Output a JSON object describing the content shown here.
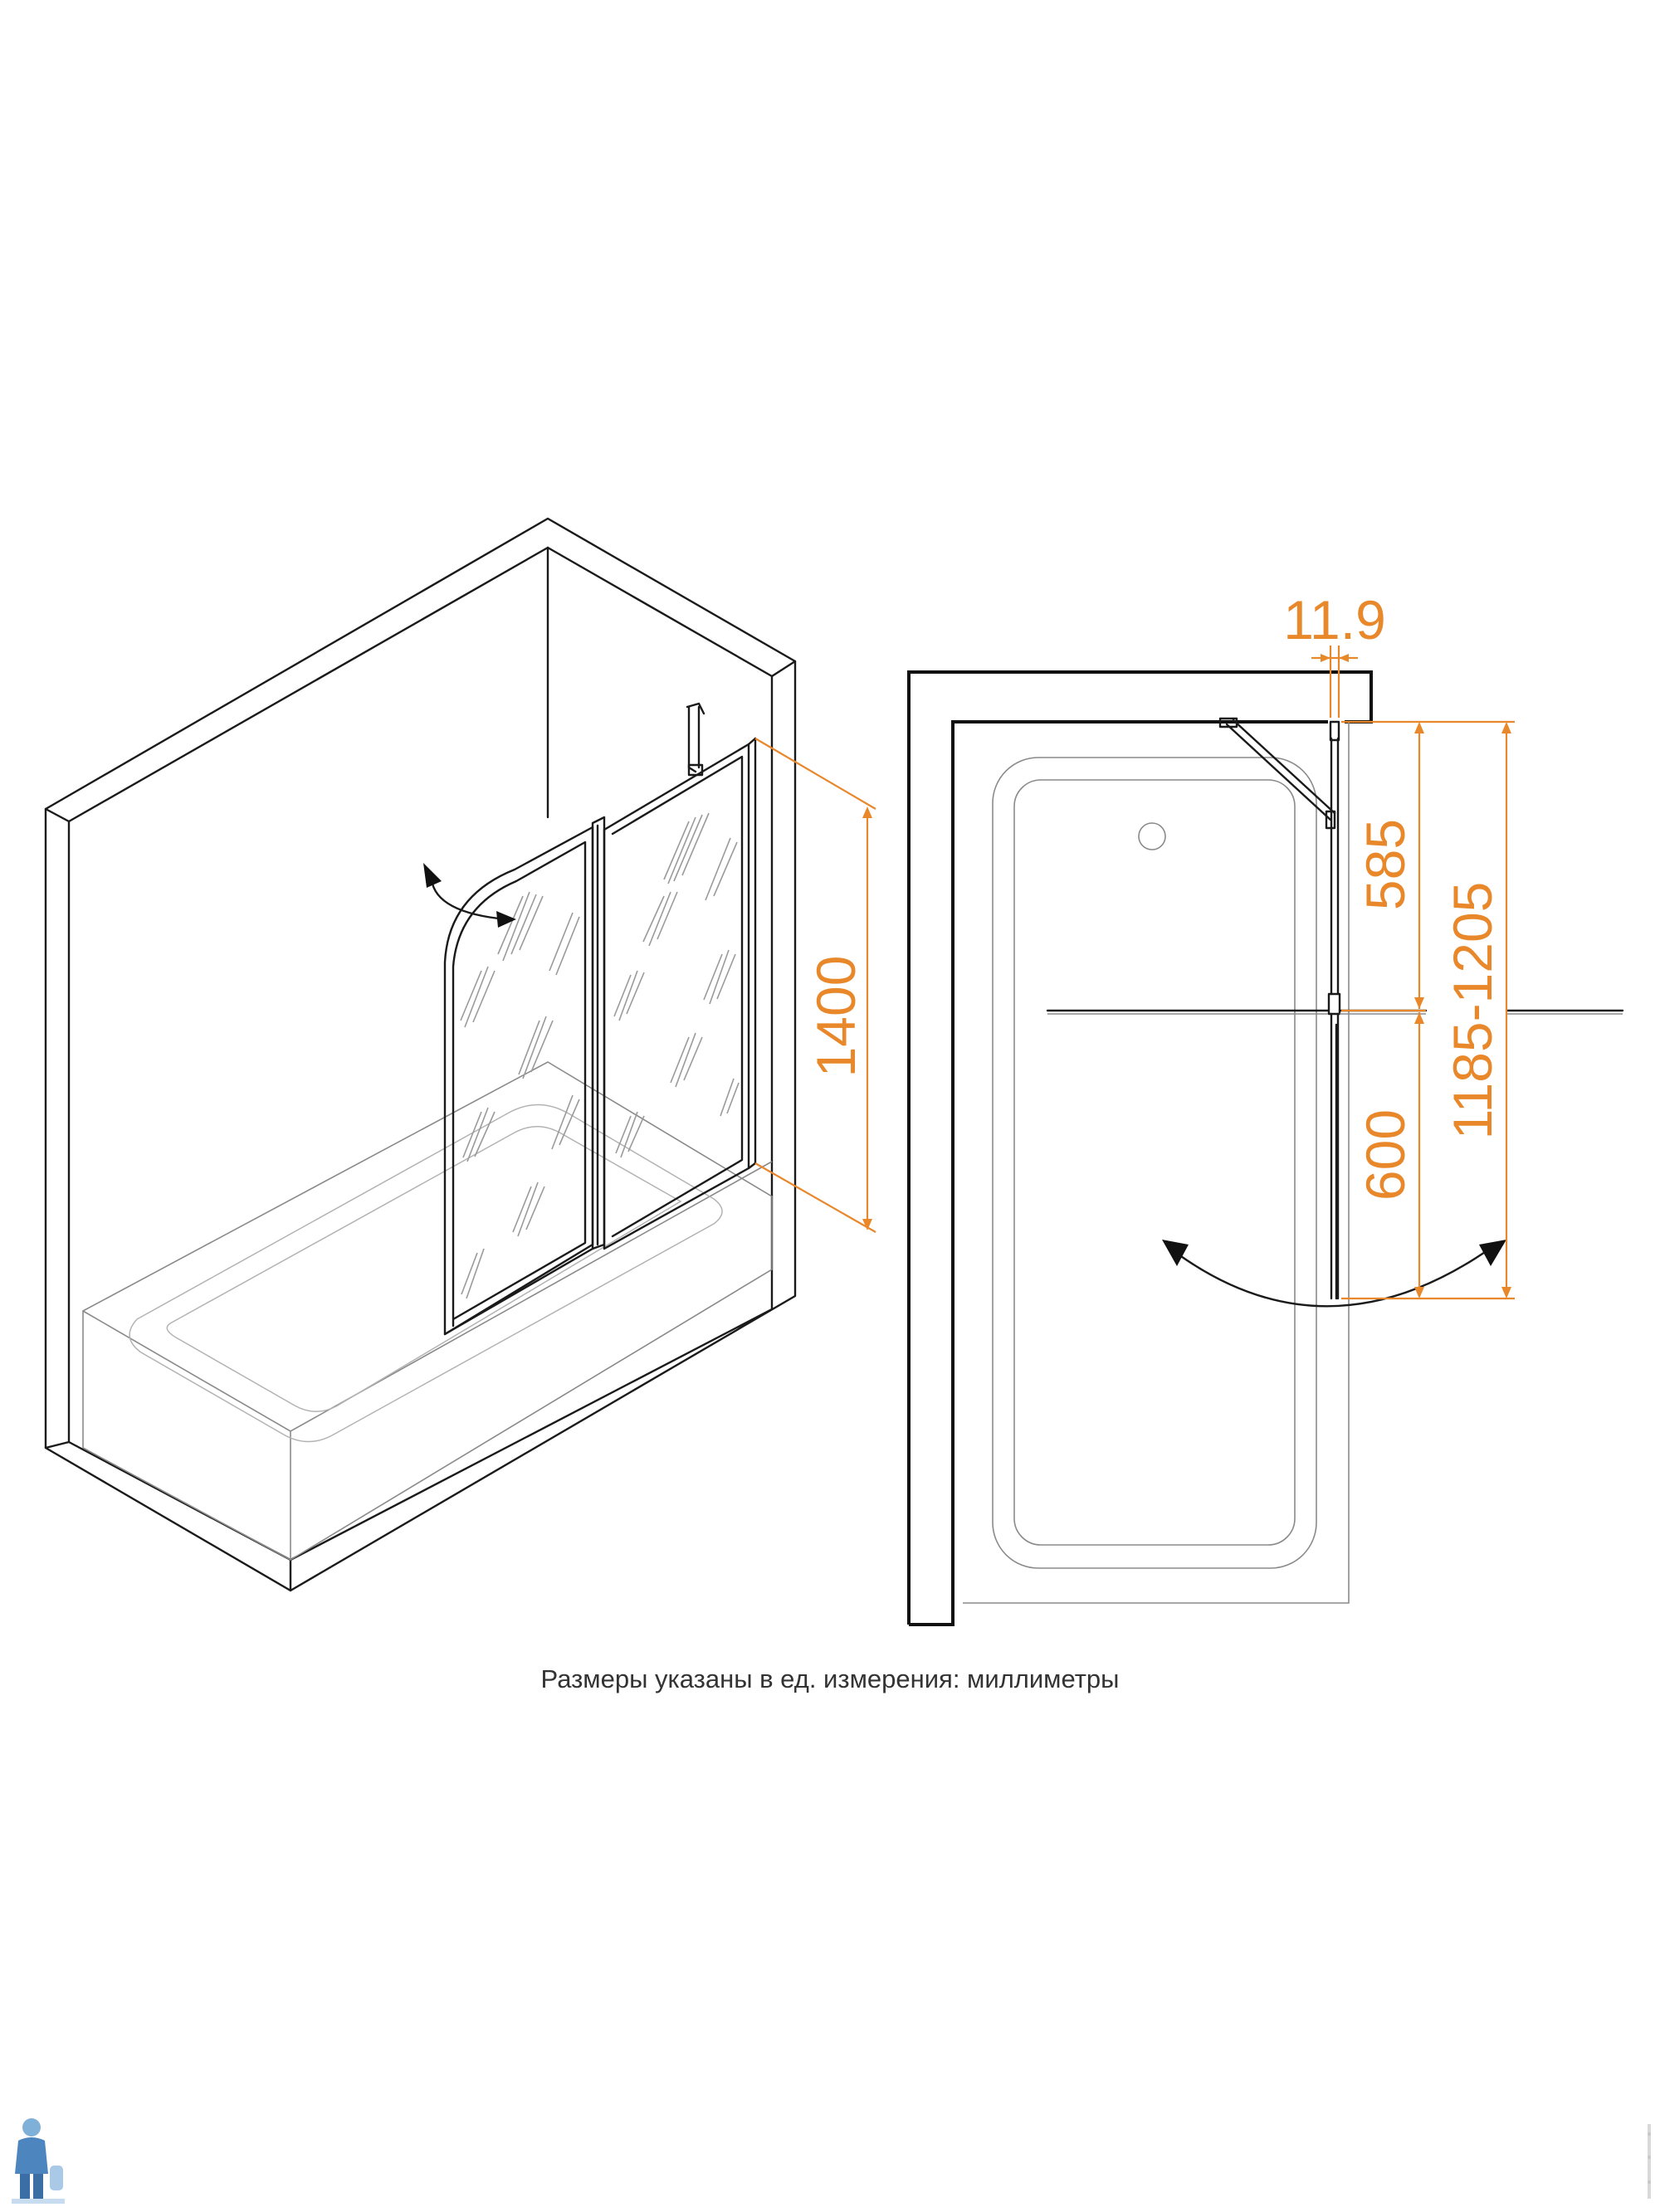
{
  "dimensions": {
    "height": "1400",
    "gap": "11.9",
    "panel_part": "585",
    "fixed_part": "600",
    "total_width": "1185-1205"
  },
  "caption": "Размеры указаны в ед. измерения: миллиметры",
  "colors": {
    "dimension": "#e8882b",
    "outline": "#1a1a1a",
    "thin_line": "#8a8a8a",
    "background": "#ffffff"
  },
  "icons": {
    "corner_logo": "plumber-figure-icon",
    "side_watermark": "watermark-icon"
  }
}
